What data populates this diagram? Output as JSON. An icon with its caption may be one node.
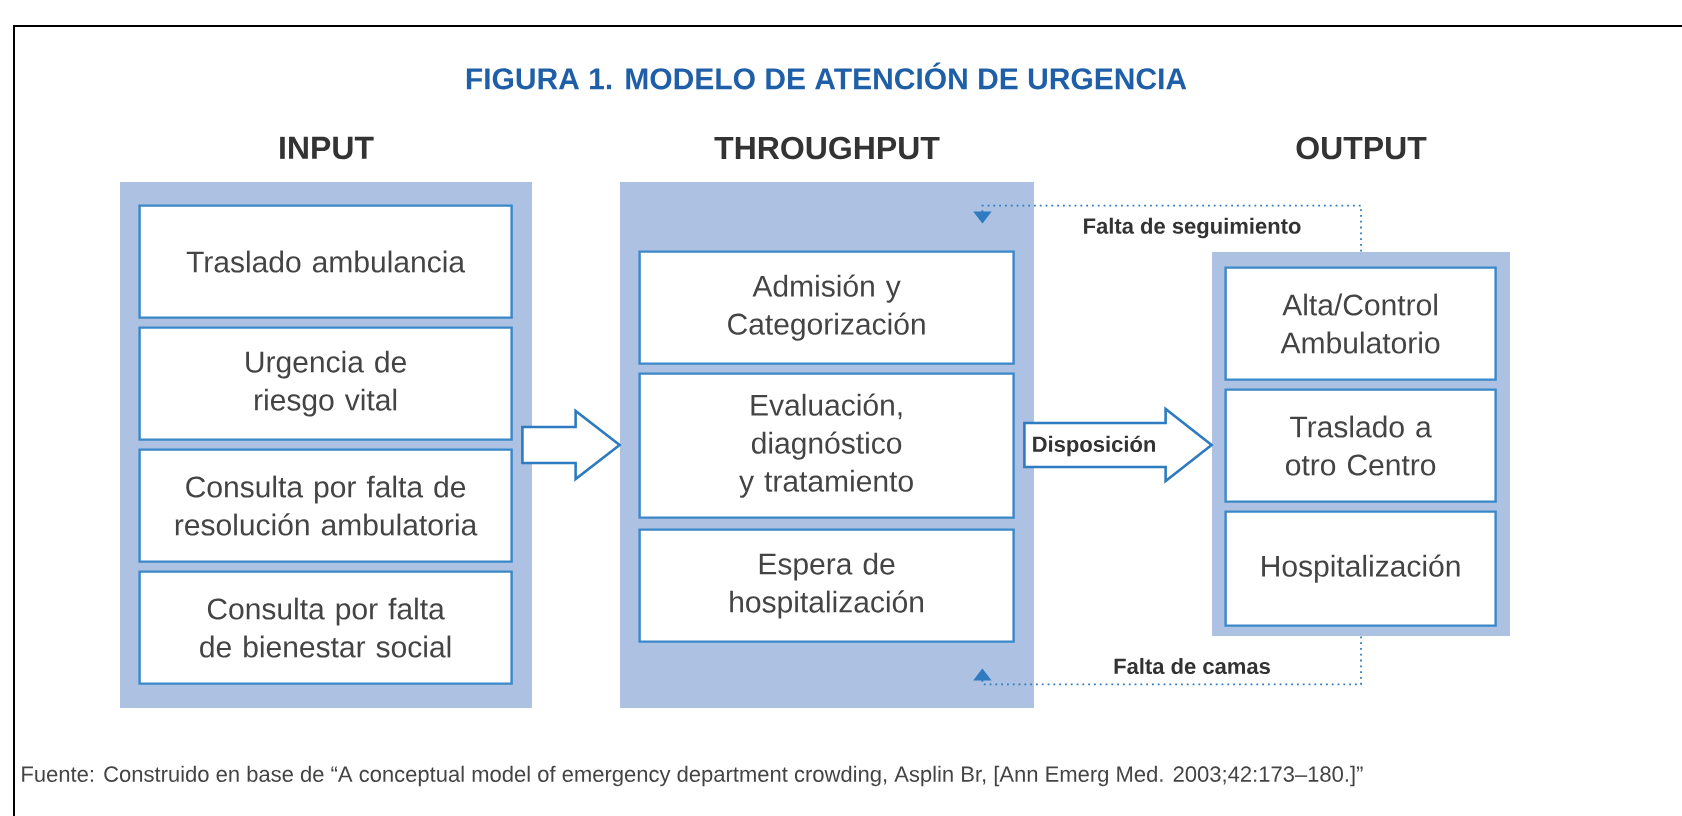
{
  "diagram": {
    "title": "FIGURA 1. MODELO DE ATENCIÓN DE URGENCIA",
    "caption": "Fuente: Construido en base de “A conceptual model of emergency department crowding, Asplin Br, [Ann Emerg Med. 2003;42:173–180.]”",
    "nodes": [
      {
        "text": [
          "INPUT"
        ]
      },
      {
        "text": [
          "Traslado ambulancia"
        ],
        "in": 0
      },
      {
        "text": [
          "Urgencia de riesgo vital"
        ],
        "in": 0
      },
      {
        "text": [
          "Consulta por falta de resolución ambulatoria"
        ],
        "in": 0
      },
      {
        "text": [
          "Consulta por falta de bienestar social"
        ],
        "in": 0
      },
      {
        "text": [
          "THROUGHPUT"
        ]
      },
      {
        "text": [
          "Admisión y Categorización"
        ],
        "in": 5
      },
      {
        "text": [
          "Evaluación, diagnóstico y tratamiento"
        ],
        "in": 5
      },
      {
        "text": [
          "Espera de hospitalización"
        ],
        "in": 5
      },
      {
        "text": [
          "OUTPUT"
        ]
      },
      {
        "text": [
          "Alta/Control Ambulatorio"
        ],
        "in": 9
      },
      {
        "text": [
          "Traslado a otro Centro"
        ],
        "in": 9
      },
      {
        "text": [
          "Hospitalización"
        ],
        "in": 9
      }
    ],
    "edges": [
      {
        "from": 0,
        "to": 5,
        "arrow": "to"
      },
      {
        "from": 5,
        "to": 9,
        "arrow": "to",
        "label": "Disposición"
      },
      {
        "from": 9,
        "to": 5,
        "arrow": "to",
        "style": "dashed",
        "label": "Falta de seguimiento"
      },
      {
        "from": 9,
        "to": 5,
        "arrow": "to",
        "style": "dashed",
        "label": "Falta de camas"
      }
    ]
  }
}
